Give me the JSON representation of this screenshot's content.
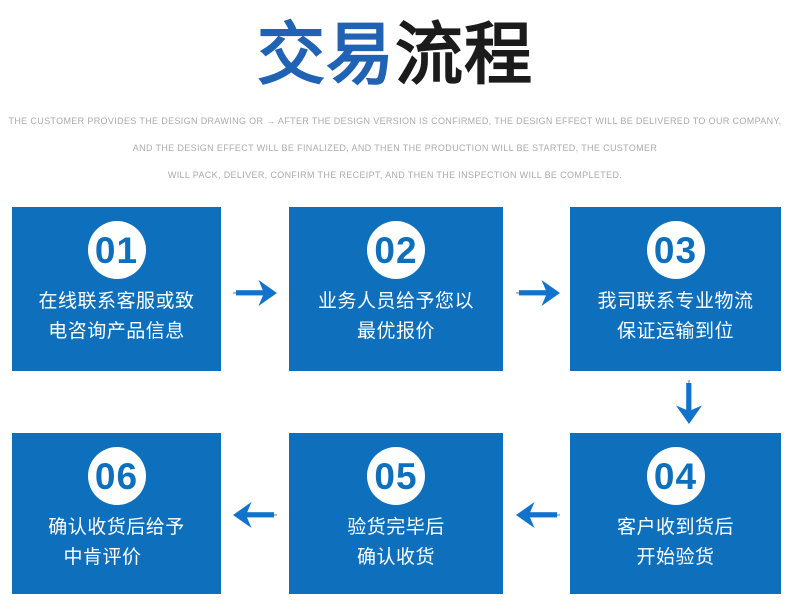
{
  "header": {
    "title_blue": "交易",
    "title_black": "流程",
    "subtitle_lines": [
      "THE CUSTOMER PROVIDES THE DESIGN DRAWING OR → AFTER THE DESIGN VERSION IS CONFIRMED, THE DESIGN EFFECT WILL BE DELIVERED TO OUR COMPANY,",
      "AND THE DESIGN EFFECT WILL BE FINALIZED, AND THEN THE PRODUCTION WILL BE STARTED, THE CUSTOMER",
      "WILL PACK, DELIVER, CONFIRM THE RECEIPT, AND THEN THE INSPECTION WILL BE COMPLETED."
    ]
  },
  "steps": [
    {
      "number": "01",
      "line1": "在线联系客服或致",
      "line2": "电咨询产品信息"
    },
    {
      "number": "02",
      "line1": "业务人员给予您以",
      "line2": "最优报价"
    },
    {
      "number": "03",
      "line1": "我司联系专业物流",
      "line2": "保证运输到位"
    },
    {
      "number": "04",
      "line1": "客户收到货后",
      "line2": "开始验货"
    },
    {
      "number": "05",
      "line1": "验货完毕后",
      "line2": "确认收货"
    },
    {
      "number": "06",
      "line1": "确认收货后给予",
      "line2": "中肯评价"
    }
  ],
  "icons": {
    "flow_arrows": [
      "right-arrow-icon",
      "right-arrow-icon",
      "down-arrow-icon",
      "left-arrow-icon",
      "left-arrow-icon"
    ]
  },
  "colors": {
    "box_blue": "#0e70bd",
    "title_blue": "#2063b4",
    "title_black": "#1b1b1b",
    "arrow_blue": "#1173cb",
    "subtitle_gray": "#ababab",
    "step_text_white": "#ffffff"
  }
}
